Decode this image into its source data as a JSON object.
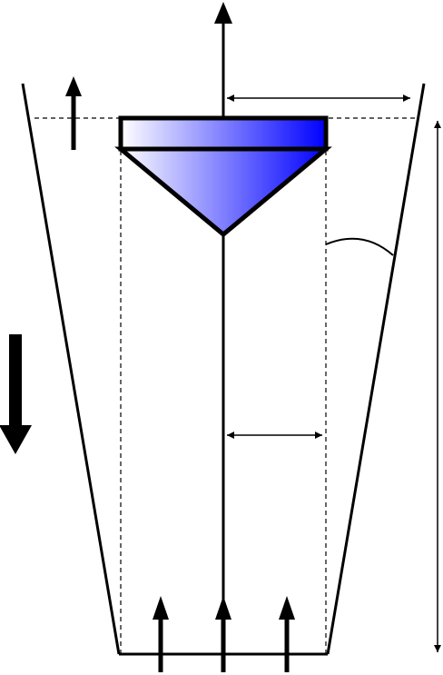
{
  "diagram": {
    "colors": {
      "stroke": "#000000",
      "float_gradient_start": "#ffffff",
      "float_gradient_end": "#0000ff",
      "background": "#ffffff"
    },
    "elements": [
      "tapered-tube",
      "float",
      "center-axis",
      "flow-direction-arrow",
      "inflow-arrows",
      "float-lift-arrow",
      "tube-radius-dimension",
      "float-radius-dimension",
      "tube-height-dimension",
      "taper-angle-arc"
    ]
  }
}
